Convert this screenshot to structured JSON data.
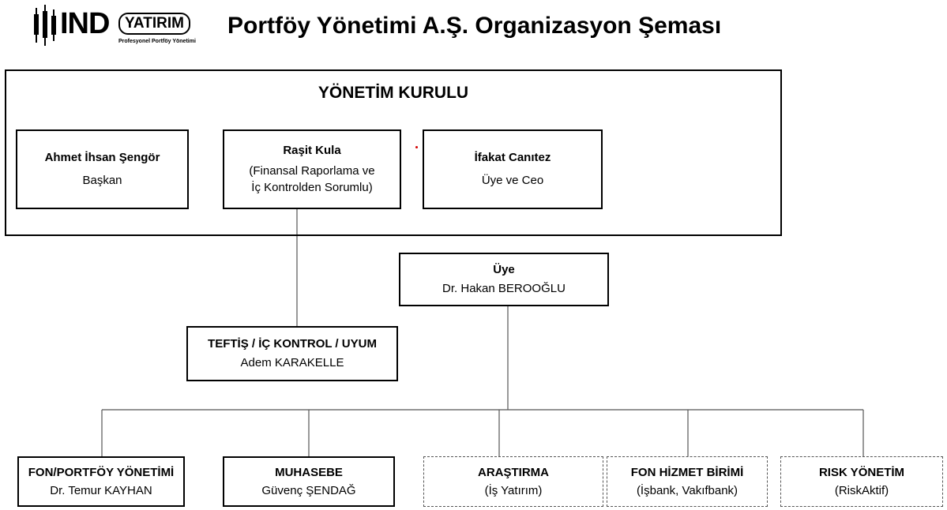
{
  "header": {
    "logo_main": "IND",
    "logo_brand": "YATIRIM",
    "logo_tagline": "Profesyonel Portföy Yönetimi",
    "title": "Portföy Yönetimi A.Ş. Organizasyon Şeması"
  },
  "board": {
    "title": "YÖNETİM KURULU",
    "members": [
      {
        "name": "Ahmet İhsan Şengör",
        "role_lines": [
          "Başkan"
        ]
      },
      {
        "name": "Raşit Kula",
        "role_lines": [
          "(Finansal Raporlama ve",
          "İç Kontrolden Sorumlu)"
        ]
      },
      {
        "name": "İfakat Canıtez",
        "role_lines": [
          "Üye ve Ceo"
        ]
      }
    ]
  },
  "member": {
    "title": "Üye",
    "name": "Dr. Hakan BEROOĞLU"
  },
  "audit": {
    "title": "TEFTİŞ / İÇ KONTROL / UYUM",
    "name": "Adem KARAKELLE"
  },
  "units": [
    {
      "title": "FON/PORTFÖY YÖNETİMİ",
      "name": "Dr. Temur KAYHAN",
      "outsourced": false
    },
    {
      "title": "MUHASEBE",
      "name": "Güvenç ŞENDAĞ",
      "outsourced": false
    },
    {
      "title": "ARAŞTIRMA",
      "name": "(İş Yatırım)",
      "outsourced": true
    },
    {
      "title": "FON HİZMET BİRİMİ",
      "name": "(İşbank, Vakıfbank)",
      "outsourced": true
    },
    {
      "title": "RISK YÖNETİM",
      "name": "(RiskAktif)",
      "outsourced": true
    }
  ],
  "colors": {
    "line": "#555555",
    "border": "#000000",
    "dot": "#d40000"
  }
}
